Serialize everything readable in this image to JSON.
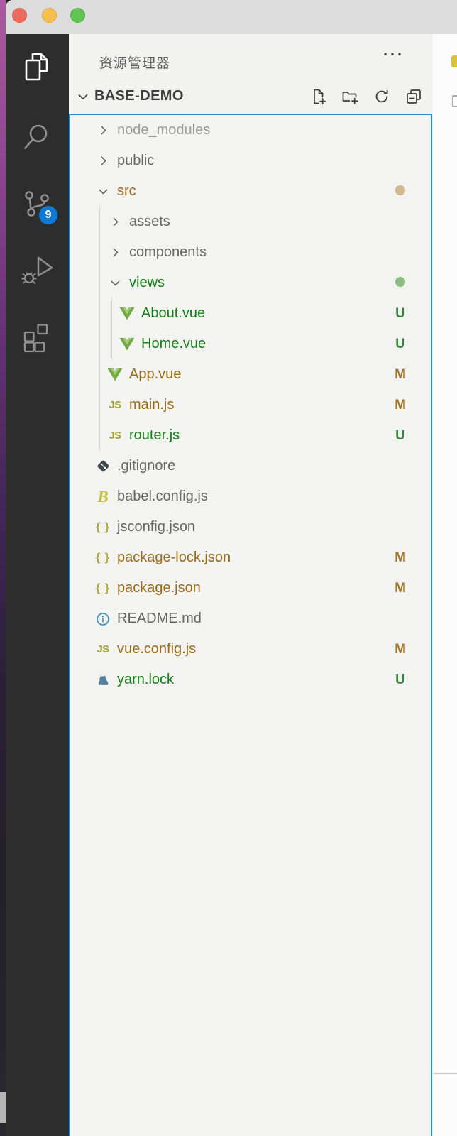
{
  "window": {
    "traffic_lights": [
      {
        "name": "close",
        "color": "#ec6a5e"
      },
      {
        "name": "minimize",
        "color": "#f4bf4f"
      },
      {
        "name": "zoom",
        "color": "#61c454"
      }
    ]
  },
  "activity_bar": {
    "items": [
      {
        "name": "explorer",
        "active": true
      },
      {
        "name": "search",
        "active": false
      },
      {
        "name": "source-control",
        "active": false,
        "badge": "9"
      },
      {
        "name": "run-and-debug",
        "active": false
      },
      {
        "name": "extensions",
        "active": false
      }
    ],
    "scm_badge": "9"
  },
  "sidebar": {
    "title": "资源管理器",
    "more_actions_glyph": "⋯",
    "section": {
      "label": "BASE-DEMO",
      "actions": [
        "new-file",
        "new-folder",
        "refresh-explorer",
        "collapse-folders"
      ]
    }
  },
  "tree": {
    "items": [
      {
        "label": "node_modules",
        "type": "folder",
        "collapsed": true,
        "level": 0,
        "status": "ignored",
        "badge": ""
      },
      {
        "label": "public",
        "type": "folder",
        "collapsed": true,
        "level": 0,
        "status": "normal",
        "badge": ""
      },
      {
        "label": "src",
        "type": "folder",
        "collapsed": false,
        "level": 0,
        "status": "modified",
        "badge": "dot"
      },
      {
        "label": "assets",
        "type": "folder",
        "collapsed": true,
        "level": 1,
        "status": "normal",
        "badge": ""
      },
      {
        "label": "components",
        "type": "folder",
        "collapsed": true,
        "level": 1,
        "status": "normal",
        "badge": ""
      },
      {
        "label": "views",
        "type": "folder",
        "collapsed": false,
        "level": 1,
        "status": "untracked",
        "badge": "dot"
      },
      {
        "label": "About.vue",
        "type": "vue",
        "level": 2,
        "status": "untracked",
        "badge": "U"
      },
      {
        "label": "Home.vue",
        "type": "vue",
        "level": 2,
        "status": "untracked",
        "badge": "U"
      },
      {
        "label": "App.vue",
        "type": "vue",
        "level": 1,
        "status": "modified",
        "badge": "M"
      },
      {
        "label": "main.js",
        "type": "js",
        "level": 1,
        "status": "modified",
        "badge": "M"
      },
      {
        "label": "router.js",
        "type": "js",
        "level": 1,
        "status": "untracked",
        "badge": "U"
      },
      {
        "label": ".gitignore",
        "type": "git",
        "level": 0,
        "status": "normal",
        "badge": ""
      },
      {
        "label": "babel.config.js",
        "type": "babel",
        "level": 0,
        "status": "normal",
        "badge": ""
      },
      {
        "label": "jsconfig.json",
        "type": "json",
        "level": 0,
        "status": "normal",
        "badge": ""
      },
      {
        "label": "package-lock.json",
        "type": "json",
        "level": 0,
        "status": "modified",
        "badge": "M"
      },
      {
        "label": "package.json",
        "type": "json",
        "level": 0,
        "status": "modified",
        "badge": "M"
      },
      {
        "label": "README.md",
        "type": "info",
        "level": 0,
        "status": "normal",
        "badge": ""
      },
      {
        "label": "vue.config.js",
        "type": "js",
        "level": 0,
        "status": "modified",
        "badge": "M"
      },
      {
        "label": "yarn.lock",
        "type": "yarn",
        "level": 0,
        "status": "untracked",
        "badge": "U"
      }
    ]
  },
  "colors": {
    "focus_border": "#148ce8",
    "modified_text": "#9a6a14",
    "untracked_text": "#147d14",
    "ignored_text": "#9a9a9a",
    "normal_text": "#666666",
    "badge_modified": "#a1762a",
    "badge_untracked": "#36883c",
    "dot_modified": "#d3b88e",
    "dot_untracked": "#8cbd7e",
    "scm_badge_bg": "#0d7ad6",
    "activity_bar_bg": "#2d2d2d",
    "sidebar_bg": "#f2f2f1",
    "titlebar_bg": "#dcdcdc"
  }
}
